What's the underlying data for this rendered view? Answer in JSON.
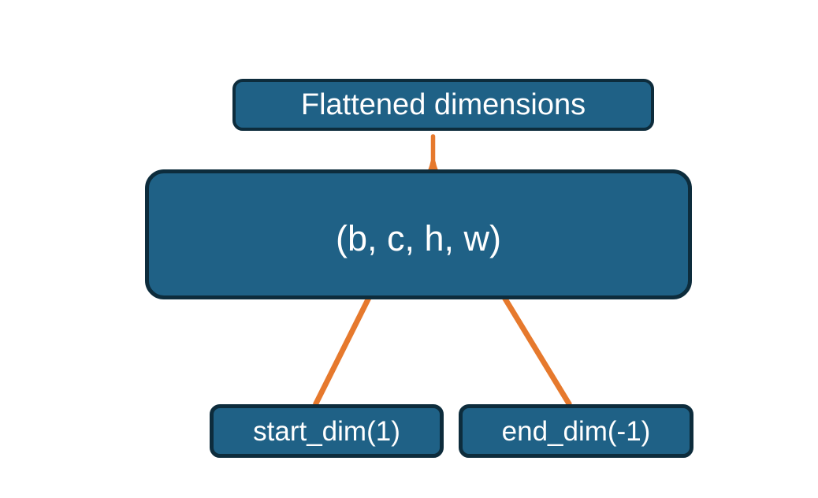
{
  "diagram": {
    "title_box": {
      "label": "Flattened dimensions"
    },
    "main_box": {
      "label": "(b, c, h, w)"
    },
    "start_box": {
      "label": "start_dim(1)"
    },
    "end_box": {
      "label": "end_dim(-1)"
    },
    "colors": {
      "box_fill": "#1f6186",
      "box_border": "#0d2c3c",
      "accent_orange": "#e6792d",
      "text": "#ffffff",
      "background": "#ffffff"
    }
  }
}
